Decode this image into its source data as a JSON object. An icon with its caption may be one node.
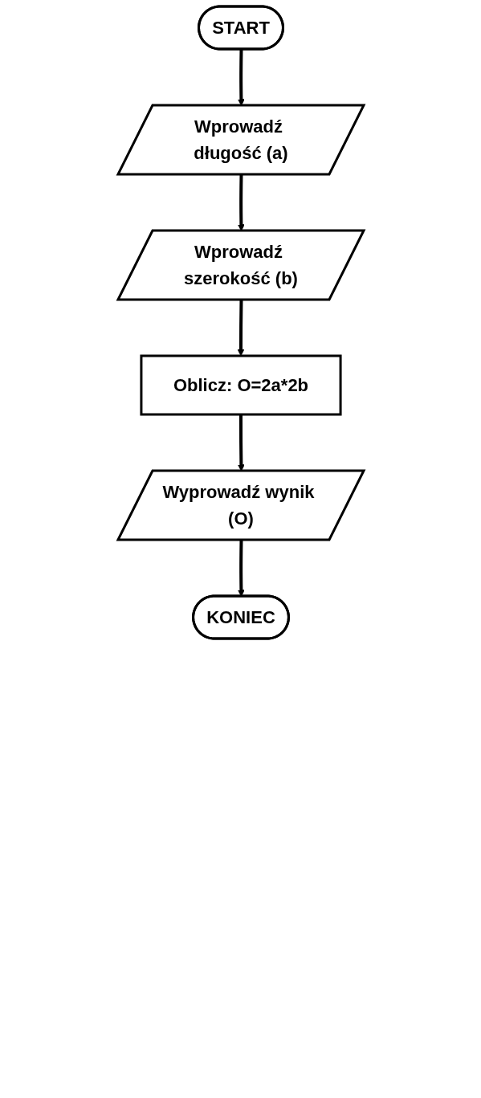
{
  "diagram": {
    "nodes": [
      {
        "text": [
          "START"
        ]
      },
      {
        "text": [
          "Wprowadź długość (a)"
        ]
      },
      {
        "text": [
          "Wprowadź szerokość (b)"
        ]
      },
      {
        "text": [
          "Oblicz: O=2a*2b"
        ]
      },
      {
        "text": [
          "Wyprowadź wynik (O)"
        ]
      },
      {
        "text": [
          "KONIEC"
        ]
      }
    ],
    "edges": [
      {
        "from": 0,
        "to": 1,
        "arrow": "to"
      },
      {
        "from": 1,
        "to": 2,
        "arrow": "to"
      },
      {
        "from": 2,
        "to": 3,
        "arrow": "to"
      },
      {
        "from": 3,
        "to": 4,
        "arrow": "to"
      },
      {
        "from": 4,
        "to": 5,
        "arrow": "to"
      }
    ]
  }
}
